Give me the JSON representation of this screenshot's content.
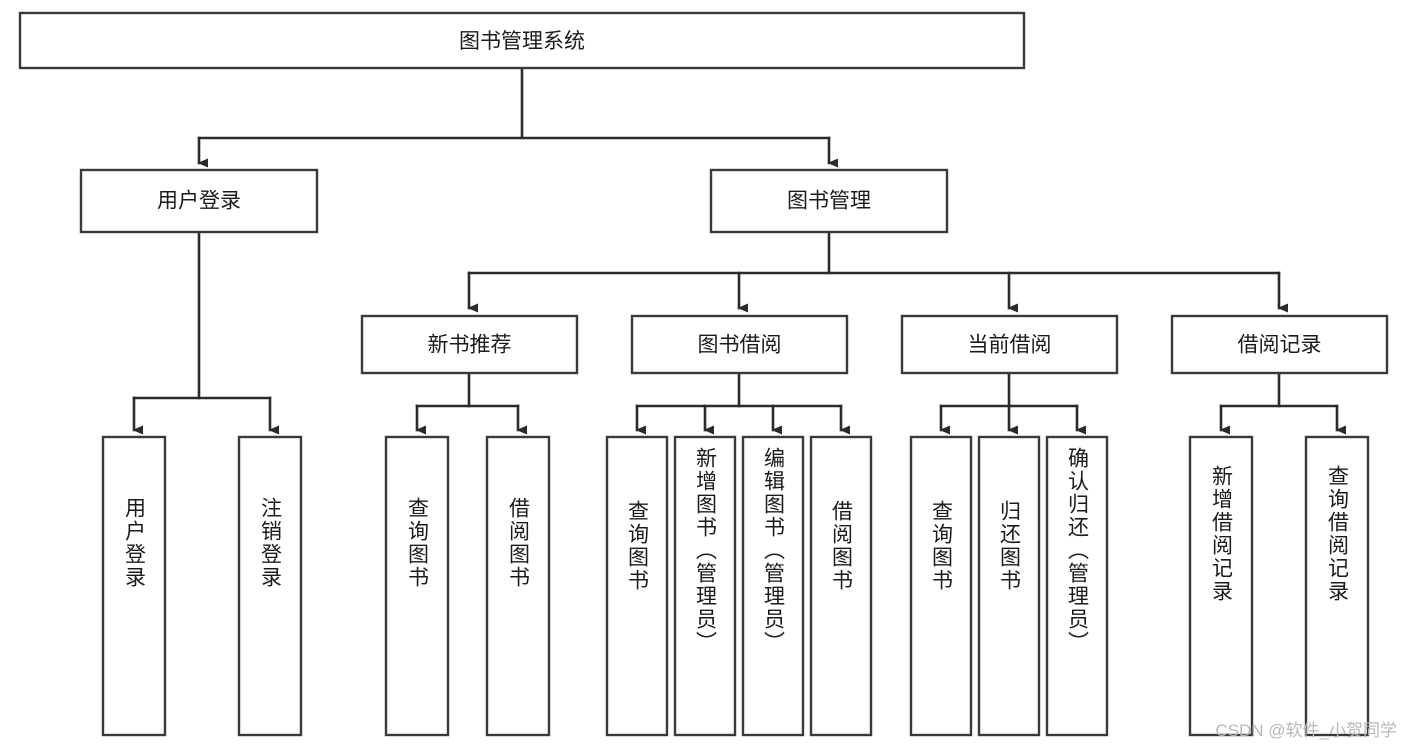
{
  "diagram": {
    "type": "hierarchy-tree",
    "title": "图书管理系统",
    "orientation": "top-down",
    "levels": 4,
    "root": {
      "id": "root",
      "label": "图书管理系统"
    },
    "level2": [
      {
        "id": "user-login",
        "label": "用户登录"
      },
      {
        "id": "book-management",
        "label": "图书管理"
      }
    ],
    "level3": [
      {
        "id": "new-book-recommend",
        "label": "新书推荐",
        "parent": "book-management"
      },
      {
        "id": "book-borrow",
        "label": "图书借阅",
        "parent": "book-management"
      },
      {
        "id": "current-borrow",
        "label": "当前借阅",
        "parent": "book-management"
      },
      {
        "id": "borrow-record",
        "label": "借阅记录",
        "parent": "book-management"
      }
    ],
    "leaves": {
      "user-login": [
        {
          "id": "leaf-user-login",
          "label": "用户登录"
        },
        {
          "id": "leaf-logout",
          "label": "注销登录"
        }
      ],
      "new-book-recommend": [
        {
          "id": "leaf-query-book-1",
          "label": "查询图书"
        },
        {
          "id": "leaf-borrow-book-1",
          "label": "借阅图书"
        }
      ],
      "book-borrow": [
        {
          "id": "leaf-query-book-2",
          "label": "查询图书"
        },
        {
          "id": "leaf-add-book",
          "label": "新增图书（管理员）"
        },
        {
          "id": "leaf-edit-book",
          "label": "编辑图书（管理员）"
        },
        {
          "id": "leaf-borrow-book-2",
          "label": "借阅图书"
        }
      ],
      "current-borrow": [
        {
          "id": "leaf-query-book-3",
          "label": "查询图书"
        },
        {
          "id": "leaf-return-book",
          "label": "归还图书"
        },
        {
          "id": "leaf-confirm-return",
          "label": "确认归还（管理员）"
        }
      ],
      "borrow-record": [
        {
          "id": "leaf-add-record",
          "label": "新增借阅记录"
        },
        {
          "id": "leaf-query-record",
          "label": "查询借阅记录"
        }
      ]
    },
    "colors": {
      "box_stroke": "#3a3a3a",
      "box_fill": "#ffffff",
      "connector": "#2b2b2b",
      "text": "#1b1b1b",
      "background": "#ffffff",
      "watermark": "#b9b9b9"
    }
  },
  "watermark": {
    "text": "CSDN @软件_小贺同学"
  }
}
